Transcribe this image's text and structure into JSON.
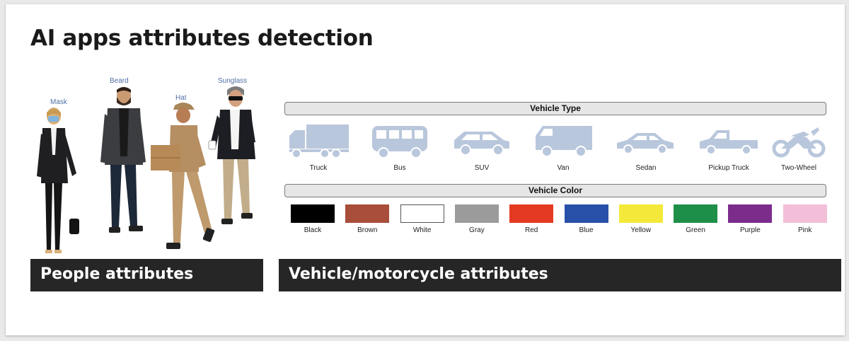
{
  "title": "AI apps attributes detection",
  "people": {
    "labels": [
      "Mask",
      "Beard",
      "Hat",
      "Sunglass"
    ],
    "banner": "People attributes"
  },
  "vehicle": {
    "type_header": "Vehicle Type",
    "types": [
      {
        "label": "Truck",
        "icon": "truck-icon"
      },
      {
        "label": "Bus",
        "icon": "bus-icon"
      },
      {
        "label": "SUV",
        "icon": "suv-icon"
      },
      {
        "label": "Van",
        "icon": "van-icon"
      },
      {
        "label": "Sedan",
        "icon": "sedan-icon"
      },
      {
        "label": "Pickup Truck",
        "icon": "pickup-truck-icon"
      },
      {
        "label": "Two-Wheel",
        "icon": "motorcycle-icon"
      }
    ],
    "color_header": "Vehicle Color",
    "colors": [
      {
        "label": "Black",
        "hex": "#000000"
      },
      {
        "label": "Brown",
        "hex": "#a84e3a"
      },
      {
        "label": "White",
        "hex": "#ffffff"
      },
      {
        "label": "Gray",
        "hex": "#9b9b9b"
      },
      {
        "label": "Red",
        "hex": "#e53a22"
      },
      {
        "label": "Blue",
        "hex": "#2850a8"
      },
      {
        "label": "Yellow",
        "hex": "#f4e93a"
      },
      {
        "label": "Green",
        "hex": "#1e8f48"
      },
      {
        "label": "Purple",
        "hex": "#7c2d8c"
      },
      {
        "label": "Pink",
        "hex": "#f3bfd8"
      }
    ],
    "banner": "Vehicle/motorcycle attributes"
  },
  "colors": {
    "vehicle_icon": "#b9c7dc",
    "banner_bg": "#262626",
    "label_blue": "#4f6fa3"
  }
}
